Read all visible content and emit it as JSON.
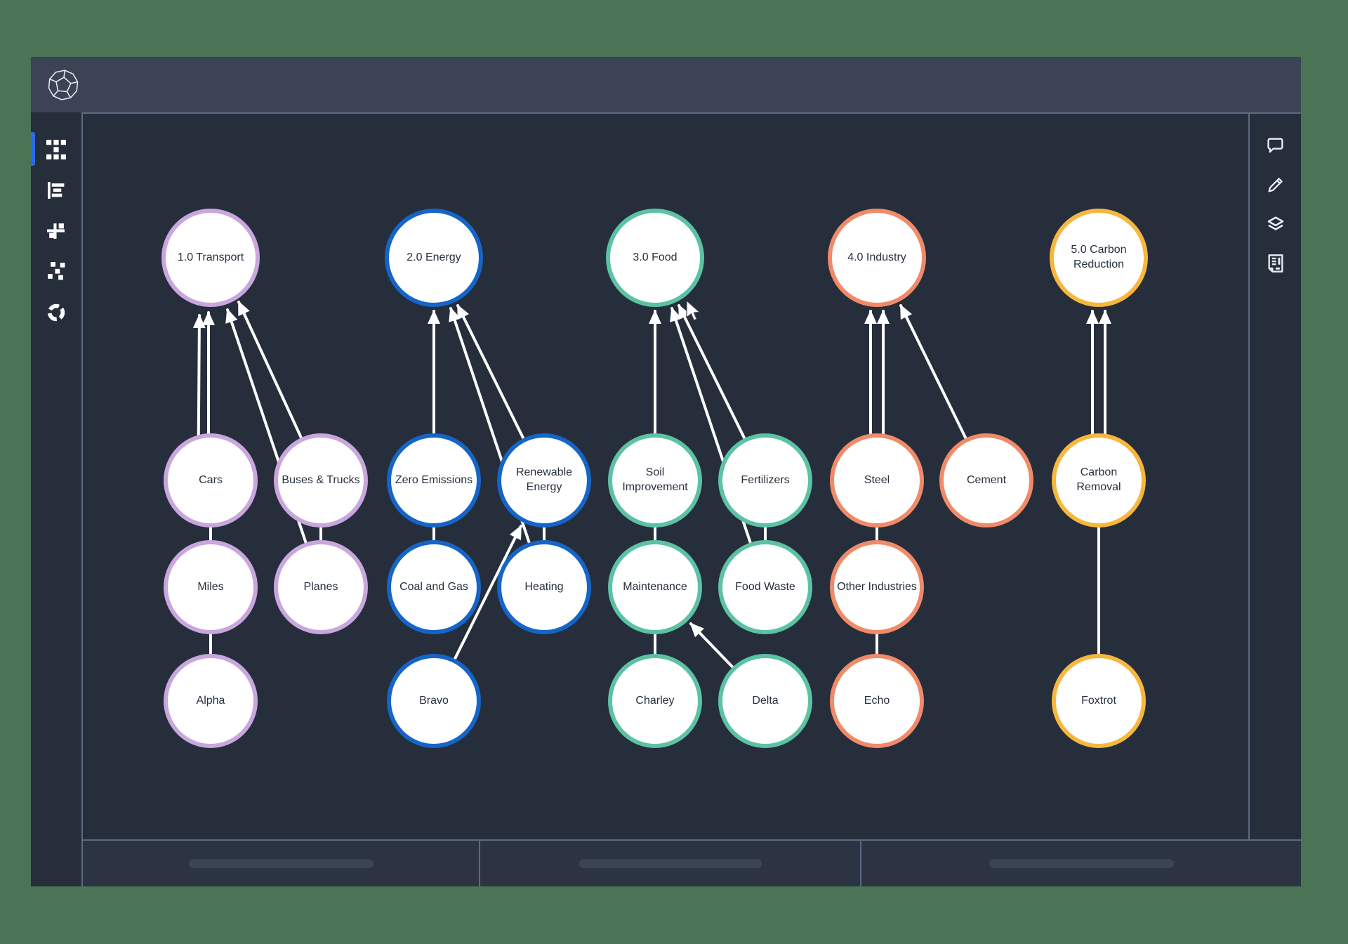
{
  "app": {
    "background_color": "#4b7355",
    "topbar_color": "#3b4355",
    "canvas_color": "#262e3c",
    "border_color": "#5b6a82",
    "accent_color": "#2b6be8",
    "logo_icon": "dodecahedron-icon"
  },
  "left_toolbar": {
    "active_index": 0,
    "items": [
      {
        "icon": "grid-nodes-icon"
      },
      {
        "icon": "bar-chart-icon"
      },
      {
        "icon": "crosshair-plus-icon"
      },
      {
        "icon": "scatter-icon"
      },
      {
        "icon": "segmented-ring-icon"
      }
    ]
  },
  "right_toolbar": {
    "items": [
      {
        "icon": "comment-icon"
      },
      {
        "icon": "pencil-icon"
      },
      {
        "icon": "layers-icon"
      },
      {
        "icon": "report-icon"
      }
    ]
  },
  "graph": {
    "group_colors": {
      "transport": "#c9a6de",
      "energy": "#1565c9",
      "food": "#5cc2a4",
      "industry": "#f08a69",
      "carbon_reduction": "#f7b73c"
    },
    "edge_color": "#ffffff",
    "node_fill": "#ffffff",
    "node_text_color": "#27303e",
    "nodes": [
      {
        "id": "transport",
        "label": "1.0 Transport",
        "group": "transport"
      },
      {
        "id": "energy",
        "label": "2.0 Energy",
        "group": "energy"
      },
      {
        "id": "food",
        "label": "3.0 Food",
        "group": "food"
      },
      {
        "id": "industry",
        "label": "4.0 Industry",
        "group": "industry"
      },
      {
        "id": "carbon-reduction",
        "label": "5.0 Carbon Reduction",
        "group": "carbon_reduction"
      },
      {
        "id": "cars",
        "label": "Cars",
        "group": "transport"
      },
      {
        "id": "buses-trucks",
        "label": "Buses & Trucks",
        "group": "transport"
      },
      {
        "id": "zero-emissions",
        "label": "Zero Emissions",
        "group": "energy"
      },
      {
        "id": "renewable-energy",
        "label": "Renewable Energy",
        "group": "energy"
      },
      {
        "id": "soil-improvement",
        "label": "Soil Improvement",
        "group": "food"
      },
      {
        "id": "fertilizers",
        "label": "Fertilizers",
        "group": "food"
      },
      {
        "id": "steel",
        "label": "Steel",
        "group": "industry"
      },
      {
        "id": "cement",
        "label": "Cement",
        "group": "industry"
      },
      {
        "id": "carbon-removal",
        "label": "Carbon Removal",
        "group": "carbon_reduction"
      },
      {
        "id": "miles",
        "label": "Miles",
        "group": "transport"
      },
      {
        "id": "planes",
        "label": "Planes",
        "group": "transport"
      },
      {
        "id": "coal-gas",
        "label": "Coal and Gas",
        "group": "energy"
      },
      {
        "id": "heating",
        "label": "Heating",
        "group": "energy"
      },
      {
        "id": "maintenance",
        "label": "Maintenance",
        "group": "food"
      },
      {
        "id": "food-waste",
        "label": "Food Waste",
        "group": "food"
      },
      {
        "id": "other-industries",
        "label": "Other Industries",
        "group": "industry"
      },
      {
        "id": "alpha",
        "label": "Alpha",
        "group": "transport"
      },
      {
        "id": "bravo",
        "label": "Bravo",
        "group": "energy"
      },
      {
        "id": "charley",
        "label": "Charley",
        "group": "food"
      },
      {
        "id": "delta",
        "label": "Delta",
        "group": "food"
      },
      {
        "id": "echo",
        "label": "Echo",
        "group": "industry"
      },
      {
        "id": "foxtrot",
        "label": "Foxtrot",
        "group": "carbon_reduction"
      }
    ],
    "edges": {
      "connectors": [
        [
          "cars",
          "miles"
        ],
        [
          "miles",
          "alpha"
        ],
        [
          "buses-trucks",
          "planes"
        ],
        [
          "zero-emissions",
          "coal-gas"
        ],
        [
          "renewable-energy",
          "heating"
        ],
        [
          "soil-improvement",
          "maintenance"
        ],
        [
          "maintenance",
          "charley"
        ],
        [
          "fertilizers",
          "food-waste"
        ],
        [
          "steel",
          "other-industries"
        ],
        [
          "other-industries",
          "echo"
        ],
        [
          "carbon-removal",
          "foxtrot"
        ]
      ],
      "arrows": [
        [
          "cars",
          "transport"
        ],
        [
          "miles",
          "transport"
        ],
        [
          "buses-trucks",
          "transport"
        ],
        [
          "planes",
          "transport"
        ],
        [
          "zero-emissions",
          "energy"
        ],
        [
          "renewable-energy",
          "energy"
        ],
        [
          "heating",
          "energy"
        ],
        [
          "bravo",
          "renewable-energy"
        ],
        [
          "soil-improvement",
          "food"
        ],
        [
          "fertilizers",
          "food"
        ],
        [
          "food-waste",
          "food"
        ],
        [
          "delta",
          "maintenance"
        ],
        [
          "steel",
          "industry"
        ],
        [
          "other-industries",
          "industry"
        ],
        [
          "cement",
          "industry"
        ],
        [
          "carbon-removal",
          "carbon-reduction"
        ],
        [
          "foxtrot",
          "carbon-reduction"
        ]
      ]
    }
  },
  "footer": {
    "panels": [
      {
        "content": "skeleton-pill"
      },
      {
        "content": "skeleton-pill"
      },
      {
        "content": "skeleton-pill"
      }
    ]
  }
}
